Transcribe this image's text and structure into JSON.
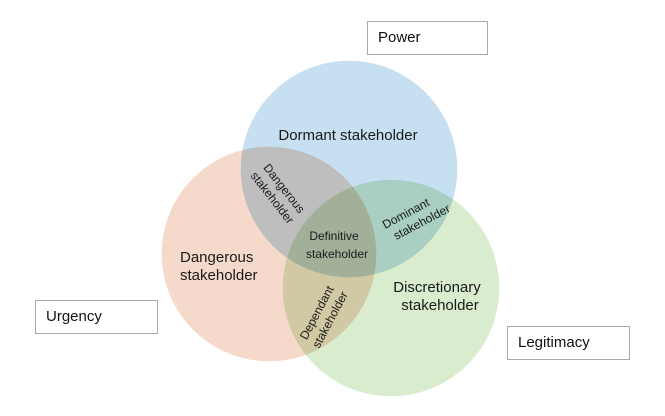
{
  "sets": {
    "power": "Power",
    "urgency": "Urgency",
    "legitimacy": "Legitimacy"
  },
  "regions": {
    "dormant": [
      "Dormant stakeholder"
    ],
    "dangerous_overlap": [
      "Dangerous",
      "stakeholder"
    ],
    "dangerous": [
      "Dangerous",
      "stakeholder"
    ],
    "definitive": [
      "Definitive",
      "stakeholder"
    ],
    "dominant": [
      "Dominant",
      "stakeholder"
    ],
    "discretionary": [
      "Discretionary",
      "stakeholder"
    ],
    "dependant": [
      "Dependant",
      "stakeholder"
    ]
  },
  "colors": {
    "power": "#c6e0f1",
    "urgency": "#f5d9ca",
    "legitimacy": "#d9ecce"
  }
}
